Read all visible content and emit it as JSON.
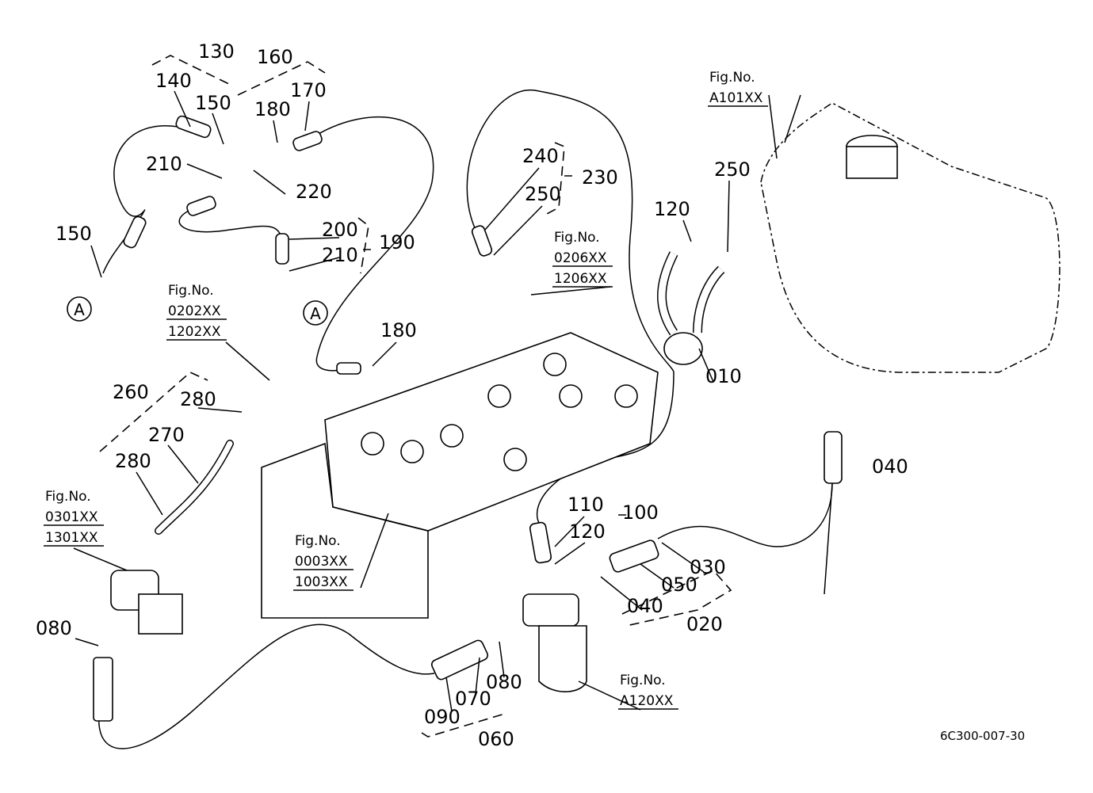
{
  "diagram": {
    "drawing_code": "6C300-007-30",
    "callouts": [
      "130",
      "160",
      "140",
      "170",
      "150",
      "180",
      "210",
      "220",
      "150",
      "200",
      "190",
      "210",
      "180",
      "240",
      "230",
      "250",
      "250",
      "120",
      "010",
      "260",
      "280",
      "270",
      "280",
      "110",
      "100",
      "120",
      "030",
      "050",
      "040",
      "020",
      "040",
      "080",
      "080",
      "090",
      "070",
      "060"
    ],
    "section_markers": [
      "A",
      "A"
    ],
    "figure_refs": [
      {
        "title": "Fig.No.",
        "codes": [
          "0202XX",
          "1202XX"
        ]
      },
      {
        "title": "Fig.No.",
        "codes": [
          "0206XX",
          "1206XX"
        ]
      },
      {
        "title": "Fig.No.",
        "codes": [
          "A101XX"
        ]
      },
      {
        "title": "Fig.No.",
        "codes": [
          "0301XX",
          "1301XX"
        ]
      },
      {
        "title": "Fig.No.",
        "codes": [
          "0003XX",
          "1003XX"
        ]
      },
      {
        "title": "Fig.No.",
        "codes": [
          "A120XX"
        ]
      }
    ]
  }
}
